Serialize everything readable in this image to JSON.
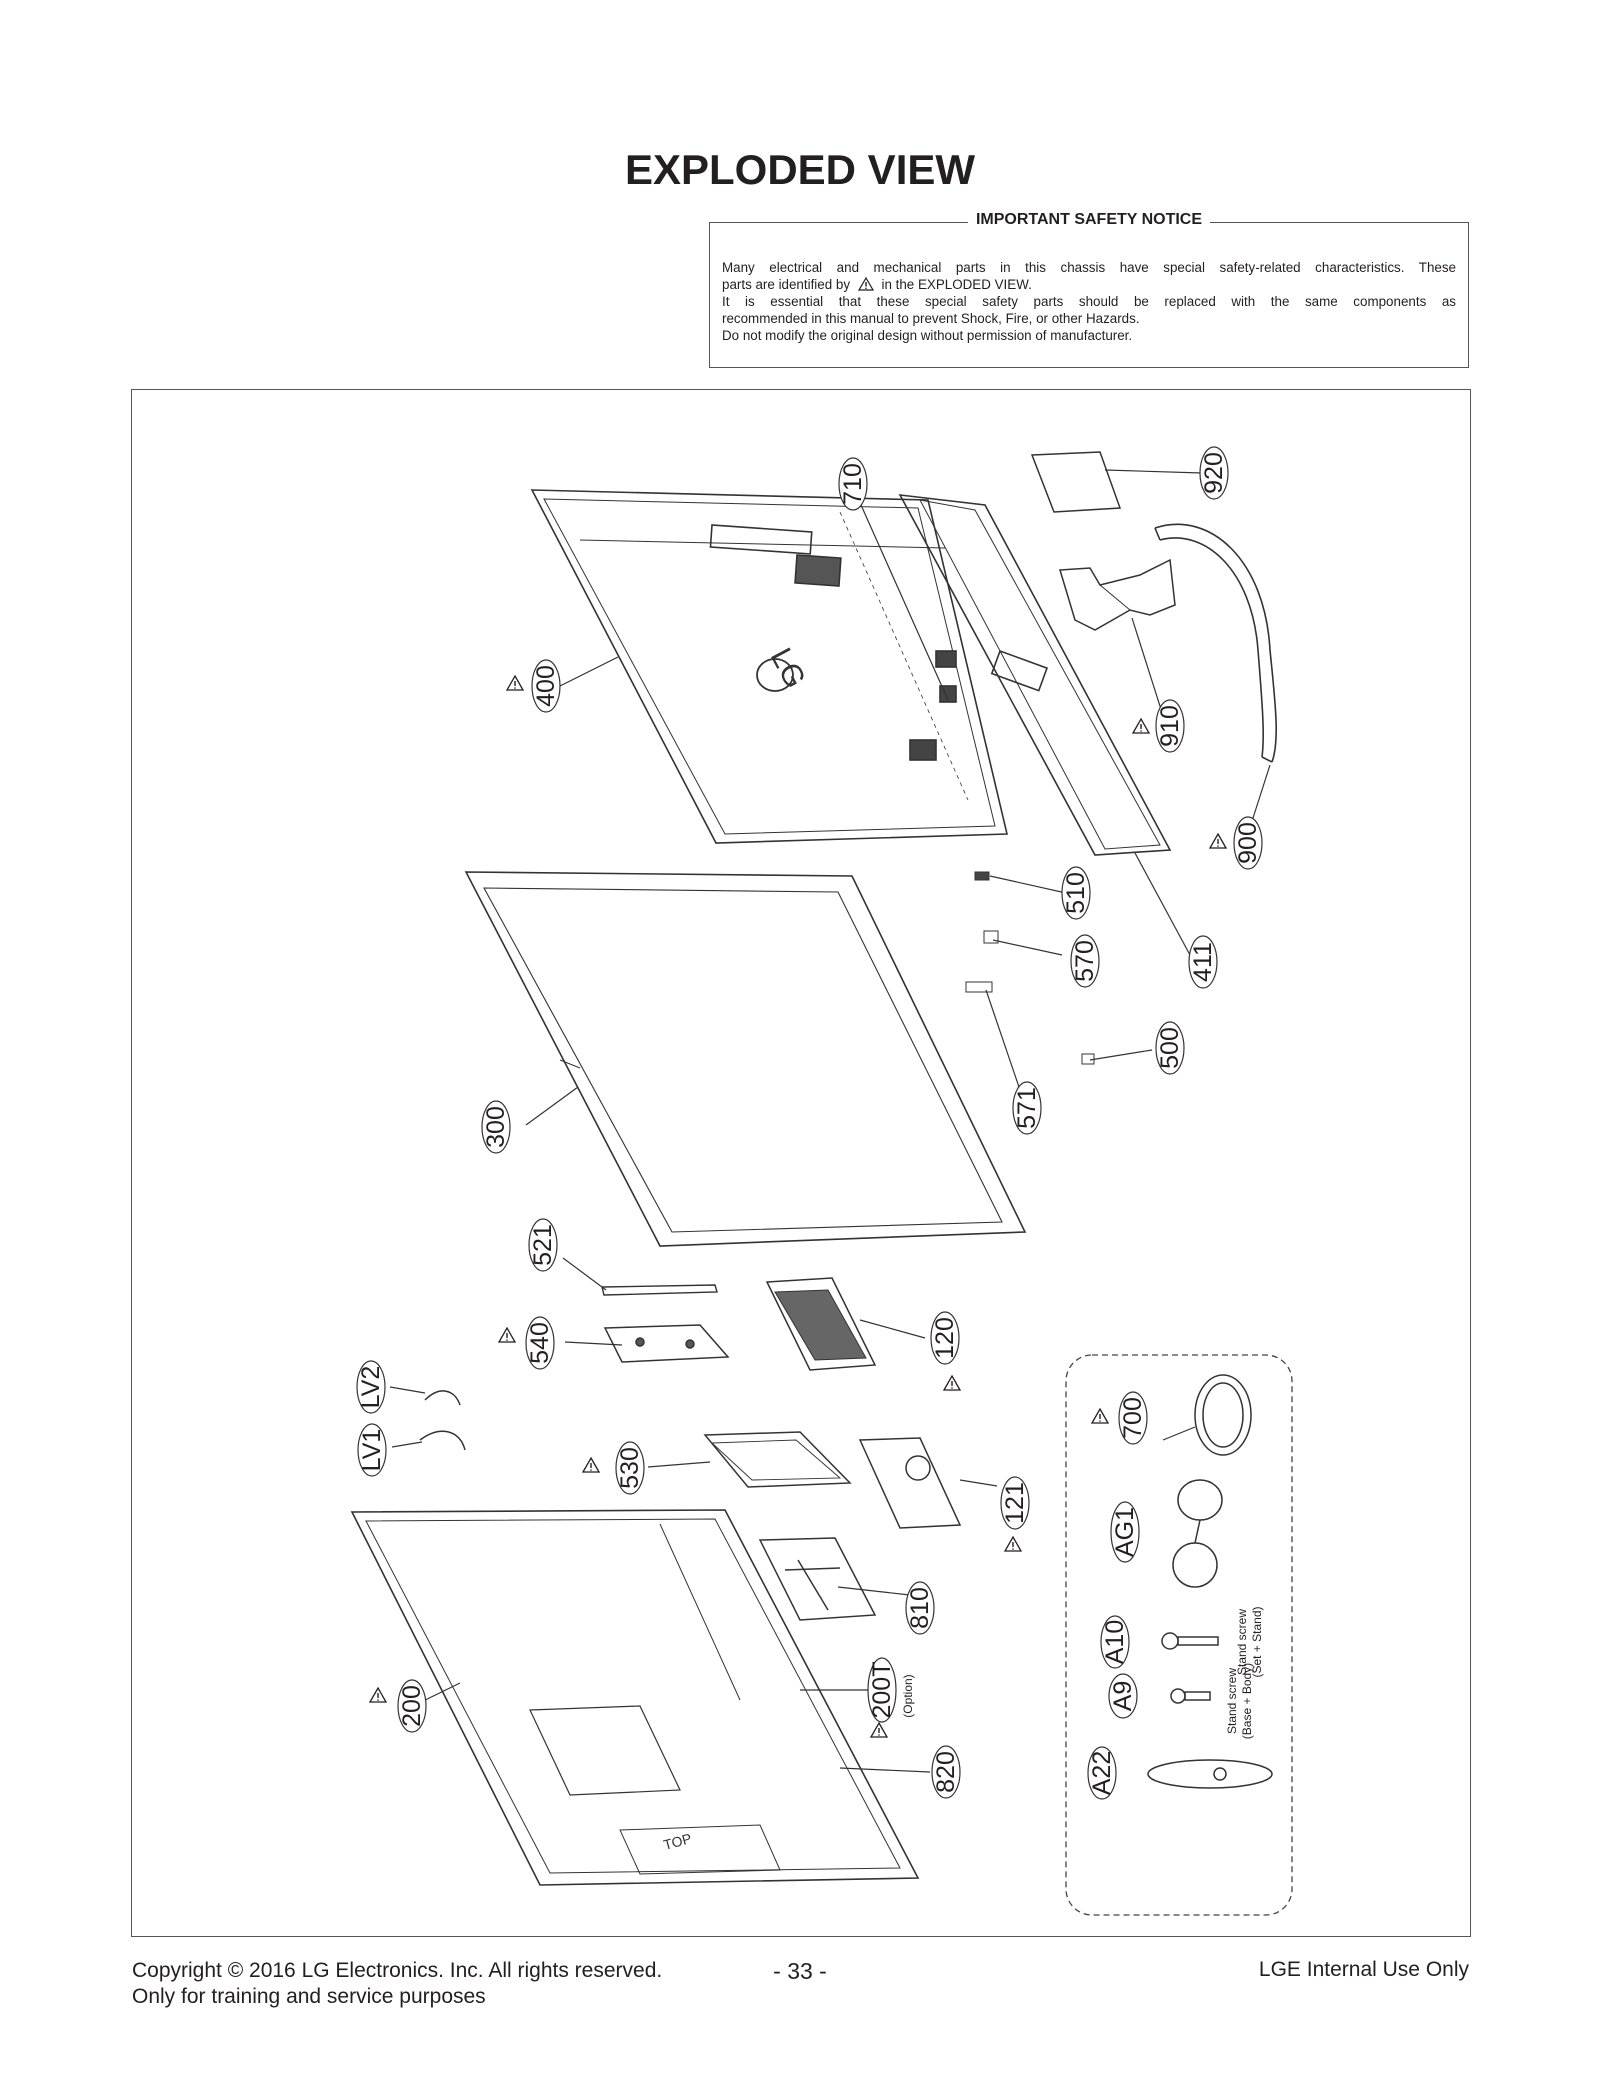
{
  "title": "EXPLODED VIEW",
  "notice": {
    "heading": "IMPORTANT SAFETY NOTICE",
    "line1": "Many electrical and mechanical parts in this chassis have special safety-related characteristics. These",
    "line2_pre": "parts are identified by",
    "line2_post": "in the EXPLODED VIEW.",
    "line3": "It is essential that these special safety parts should be replaced with the same components as",
    "line4": "recommended in this manual to prevent Shock, Fire, or other Hazards.",
    "line5": "Do not modify the original design without permission of manufacturer."
  },
  "diagram": {
    "logo_text": "LG",
    "top_mark": "TOP",
    "parts": {
      "p920": "920",
      "p710": "710",
      "p400": "400",
      "p910": "910",
      "p900": "900",
      "p510": "510",
      "p570": "570",
      "p411": "411",
      "p500": "500",
      "p300": "300",
      "p571": "571",
      "p521": "521",
      "p540": "540",
      "p120": "120",
      "pLV2": "LV2",
      "pLV1": "LV1",
      "p530": "530",
      "p121": "121",
      "p700": "700",
      "pAG1": "AG1",
      "p810": "810",
      "p200T": "200T",
      "pA10": "A10",
      "pA9": "A9",
      "p200": "200",
      "p820": "820",
      "pA22": "A22"
    },
    "notes": {
      "option": "(Option)",
      "stand_screw_1a": "Stand screw",
      "stand_screw_1b": "(Set + Stand)",
      "stand_screw_2a": "Stand screw",
      "stand_screw_2b": "(Base + Body)"
    }
  },
  "footer": {
    "copyright": "Copyright © 2016 LG Electronics. Inc. All rights reserved.",
    "training": "Only for training and service purposes",
    "page": "- 33 -",
    "internal": "LGE Internal Use Only"
  }
}
